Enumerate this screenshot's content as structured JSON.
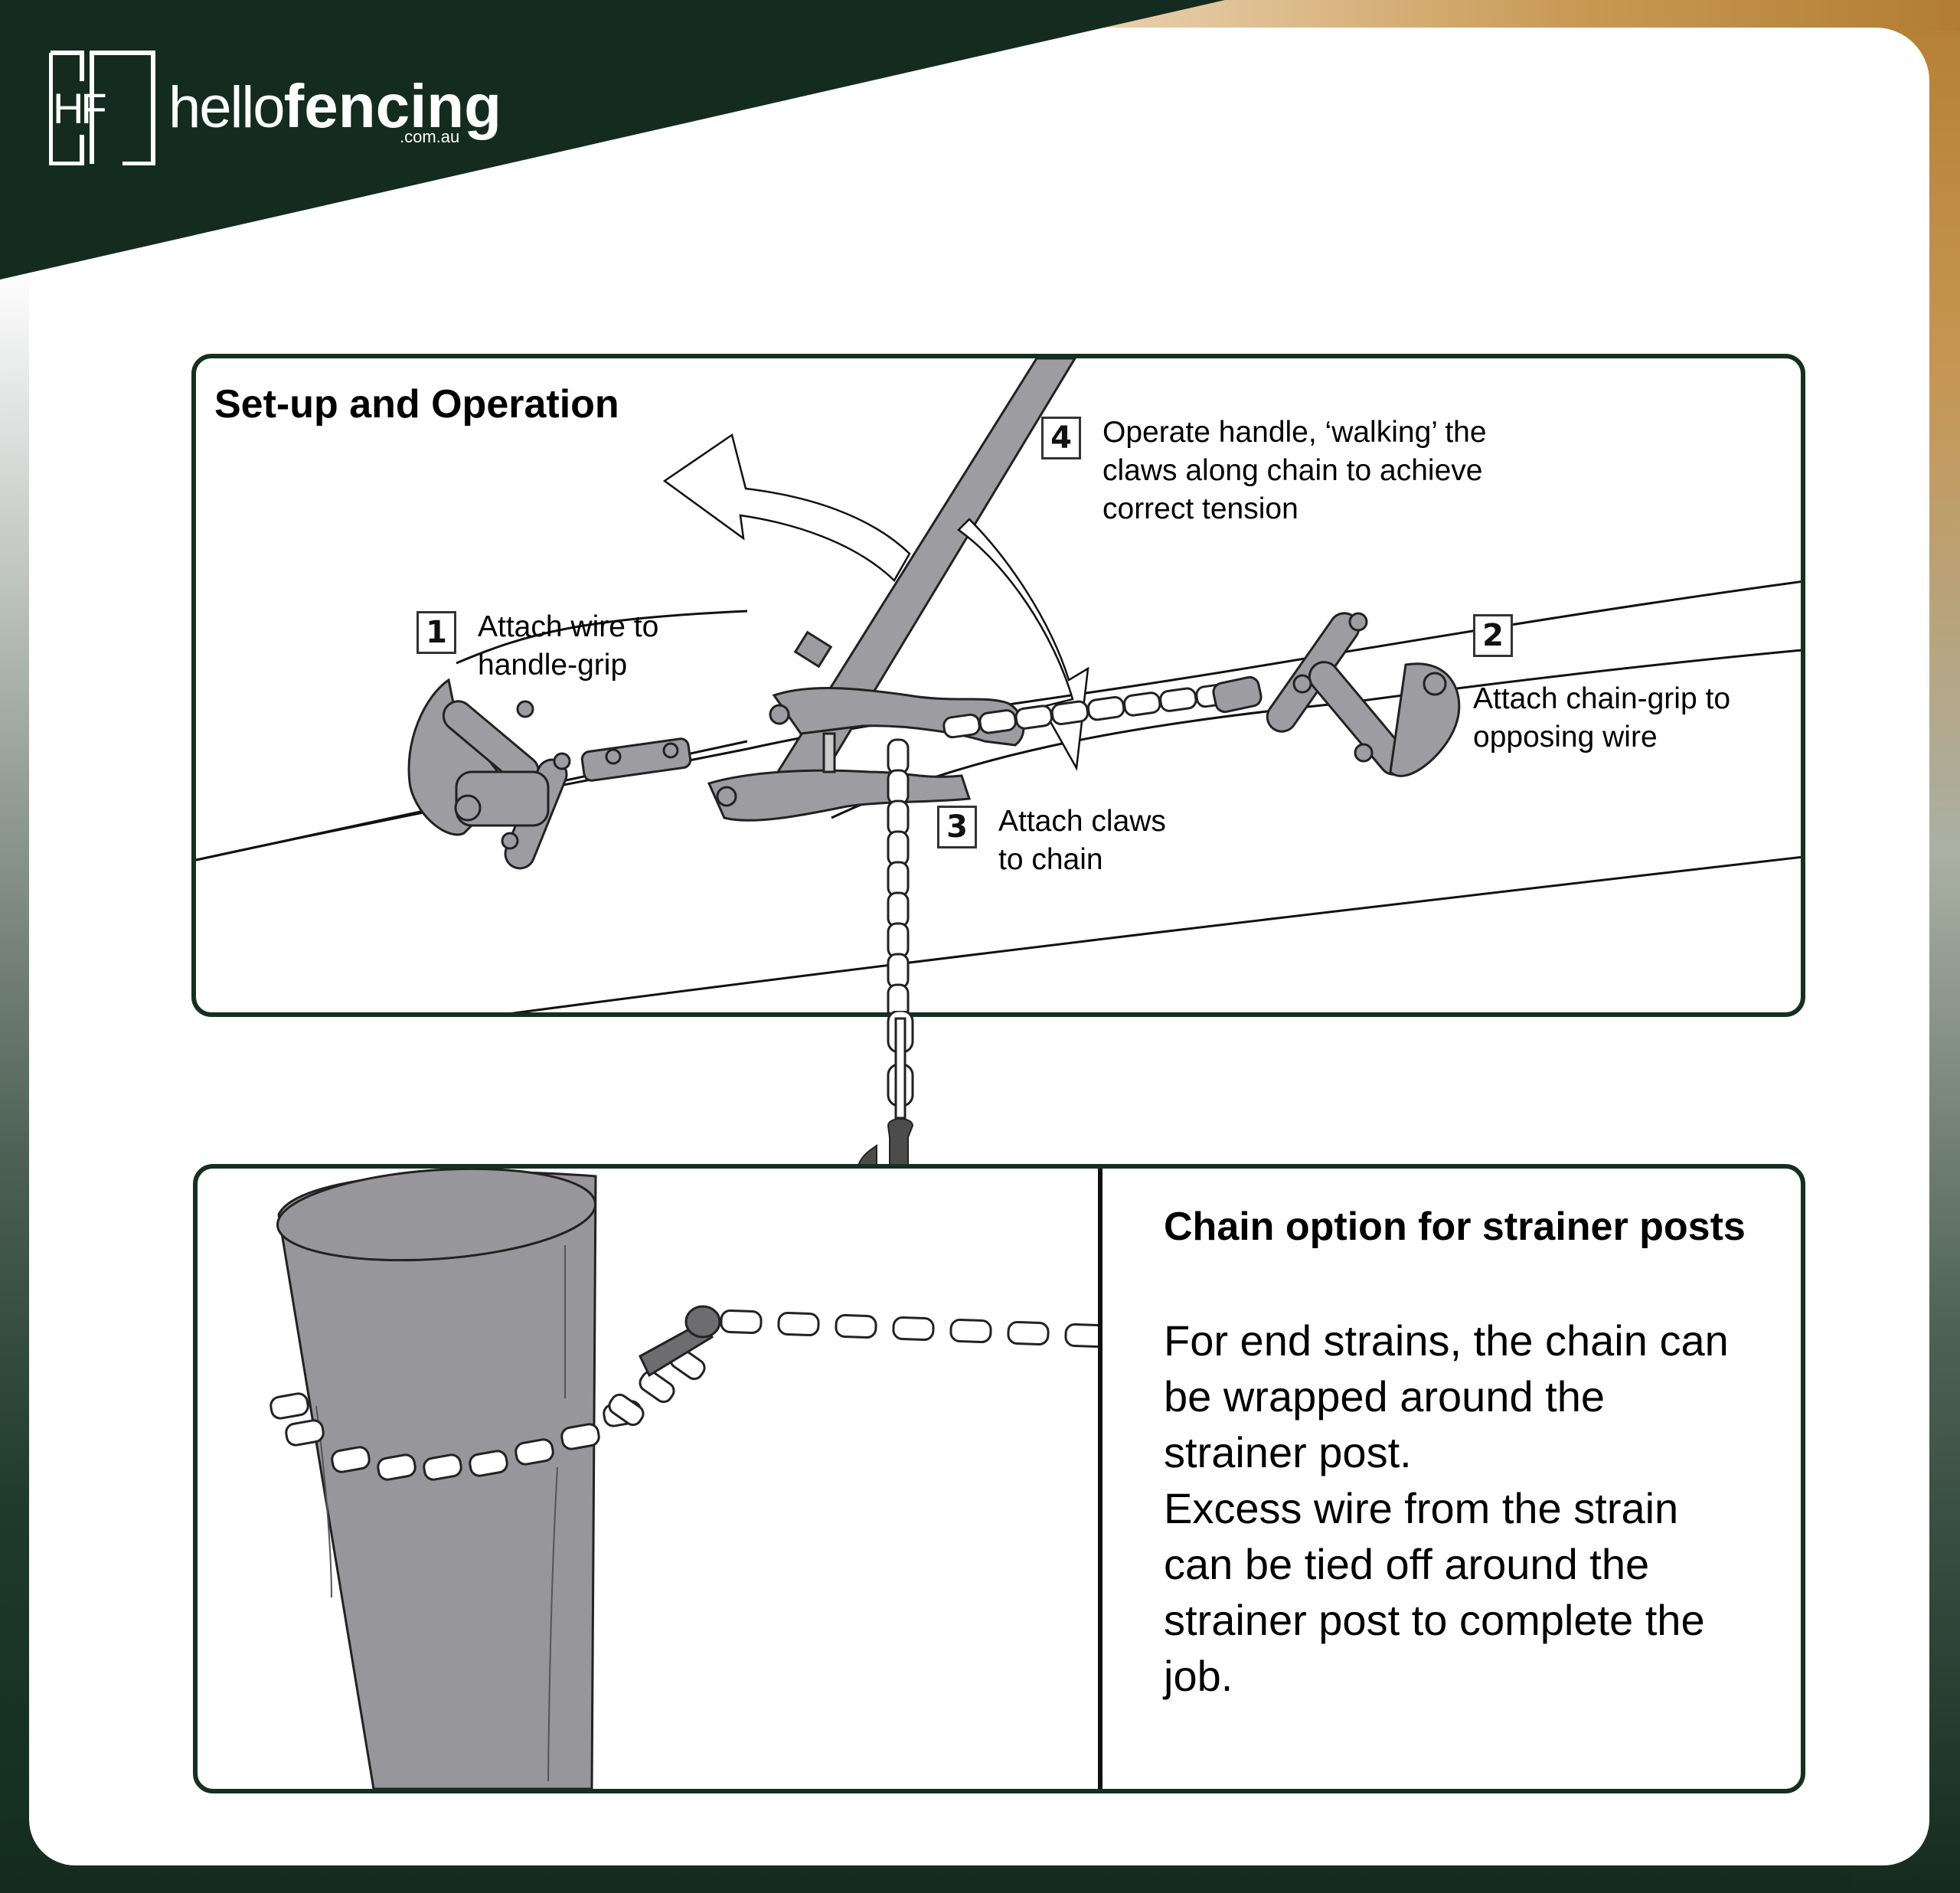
{
  "brand": {
    "monogram": "HF",
    "name_light": "hello",
    "name_bold": "fencing",
    "domain": ".com.au",
    "colors": {
      "dark_green": "#132c1f",
      "gold": "#b27d32",
      "light_gold": "#efdcbf",
      "illustration_gray": "#9a9a9e",
      "ink": "#111111"
    }
  },
  "setup_panel": {
    "title": "Set-up and Operation",
    "steps": [
      {
        "number": "1",
        "text": "Attach wire to\nhandle-grip"
      },
      {
        "number": "2",
        "text": "Attach chain-grip to\nopposing wire"
      },
      {
        "number": "3",
        "text": "Attach claws\nto chain"
      },
      {
        "number": "4",
        "text": "Operate handle, ‘walking’ the\nclaws along chain to achieve\ncorrect tension"
      }
    ],
    "illustration": {
      "elements": [
        "handle-icon",
        "handle-grip-icon",
        "chain-grip-icon",
        "claws-icon",
        "chain-icon",
        "hook-icon",
        "curved-arrow-up-icon",
        "curved-arrow-down-icon",
        "fence-wire-lines"
      ]
    }
  },
  "strainer_panel": {
    "title": "Chain option for strainer posts",
    "body": "For end strains, the chain can be wrapped around the strainer post.\nExcess wire from the strain can be tied off around the strainer post to complete the job.",
    "body_lines": [
      "For end strains, the chain can",
      "be wrapped around the",
      "strainer post.",
      "Excess wire from the strain",
      "can be tied off around the",
      "strainer post to complete the",
      "job."
    ],
    "illustration": {
      "elements": [
        "strainer-post-icon",
        "wrapped-chain-icon",
        "chain-link-connector-icon"
      ]
    }
  }
}
